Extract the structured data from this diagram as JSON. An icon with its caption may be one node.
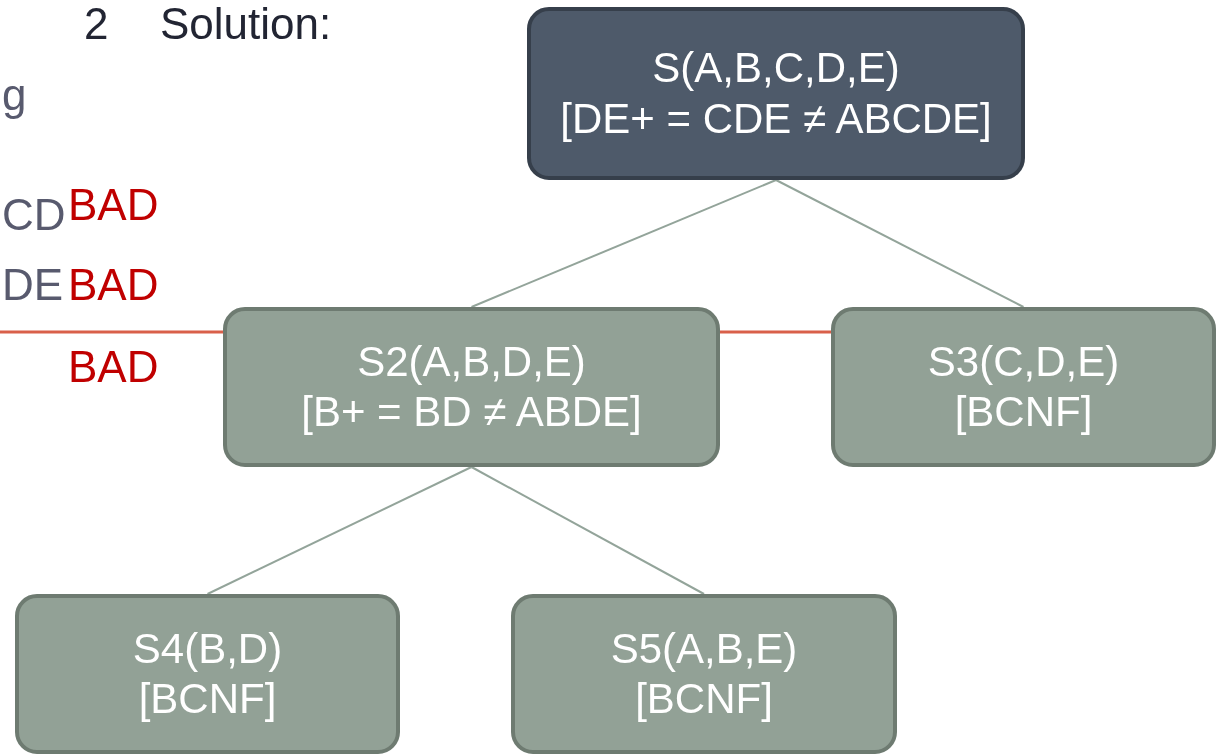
{
  "diagram": {
    "nodes": [
      {
        "text": [
          "S(A,B,C,D,E)",
          "[DE+ = CDE ≠ ABCDE]"
        ]
      },
      {
        "text": [
          "S2(A,B,D,E)",
          "[B+ = BD ≠ ABDE]"
        ]
      },
      {
        "text": [
          "S3(C,D,E)",
          "[BCNF]"
        ]
      },
      {
        "text": [
          "S4(B,D)",
          "[BCNF]"
        ]
      },
      {
        "text": [
          "S5(A,B,E)",
          "[BCNF]"
        ]
      }
    ],
    "edges": [
      {
        "from": 0,
        "to": 1,
        "arrow": "none"
      },
      {
        "from": 0,
        "to": 2,
        "arrow": "none"
      },
      {
        "from": 1,
        "to": 3,
        "arrow": "none"
      },
      {
        "from": 1,
        "to": 4,
        "arrow": "none"
      }
    ],
    "labels": [
      "2",
      "Solution:",
      "g",
      "CD",
      "BAD",
      "DE",
      "BAD",
      "BAD"
    ]
  }
}
